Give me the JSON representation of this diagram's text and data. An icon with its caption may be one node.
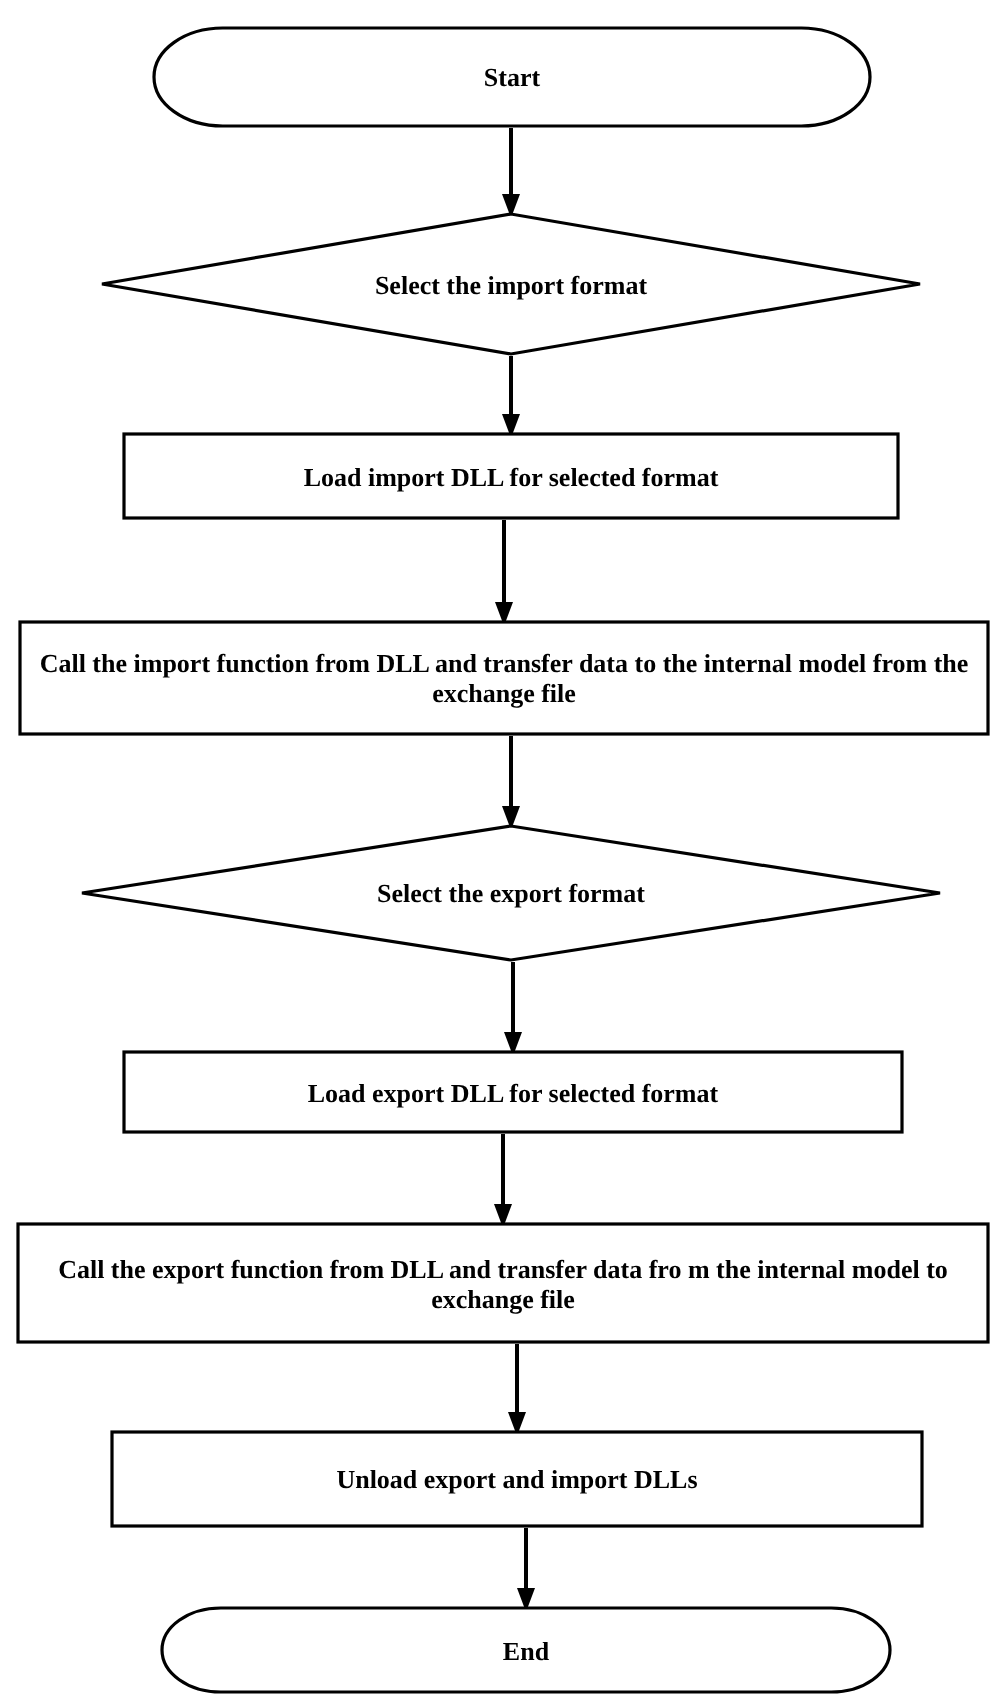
{
  "diagram": {
    "nodes": [
      {
        "text": [
          "Start"
        ]
      },
      {
        "text": [
          "Select the import format"
        ]
      },
      {
        "text": [
          "Load import DLL for selected format"
        ]
      },
      {
        "text": [
          "Call the import function from DLL and transfer data to the internal model from the exchange file"
        ]
      },
      {
        "text": [
          "Select the export format"
        ]
      },
      {
        "text": [
          "Load export DLL for selected format"
        ]
      },
      {
        "text": [
          "Call the export function from DLL and transfer data fro m the internal model to exchange file"
        ]
      },
      {
        "text": [
          "Unload export and import DLLs"
        ]
      },
      {
        "text": [
          "End"
        ]
      }
    ],
    "edges": [
      {
        "from": 0,
        "to": 1,
        "arrow": "to"
      },
      {
        "from": 1,
        "to": 2,
        "arrow": "to"
      },
      {
        "from": 2,
        "to": 3,
        "arrow": "to"
      },
      {
        "from": 3,
        "to": 4,
        "arrow": "to"
      },
      {
        "from": 4,
        "to": 5,
        "arrow": "to"
      },
      {
        "from": 5,
        "to": 6,
        "arrow": "to"
      },
      {
        "from": 6,
        "to": 7,
        "arrow": "to"
      },
      {
        "from": 7,
        "to": 8,
        "arrow": "to"
      }
    ]
  }
}
